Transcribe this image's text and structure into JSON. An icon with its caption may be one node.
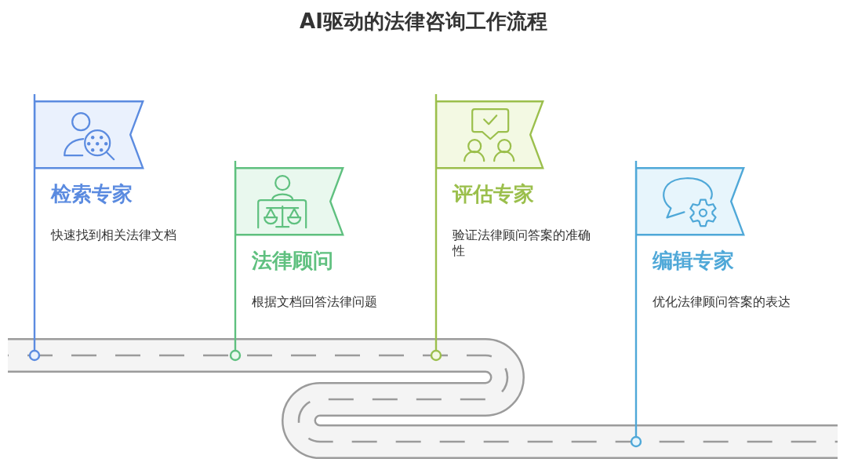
{
  "diagram": {
    "title": "AI驱动的法律咨询工作流程",
    "nodes": [
      {
        "text": [
          "检索专家",
          "快速找到相关法律文档"
        ]
      },
      {
        "text": [
          "法律顾问",
          "根据文档回答法律问题"
        ]
      },
      {
        "text": [
          "评估专家",
          "验证法律顾问答案的准确性"
        ]
      },
      {
        "text": [
          "编辑专家",
          "优化法律顾问答案的表达"
        ]
      }
    ]
  }
}
